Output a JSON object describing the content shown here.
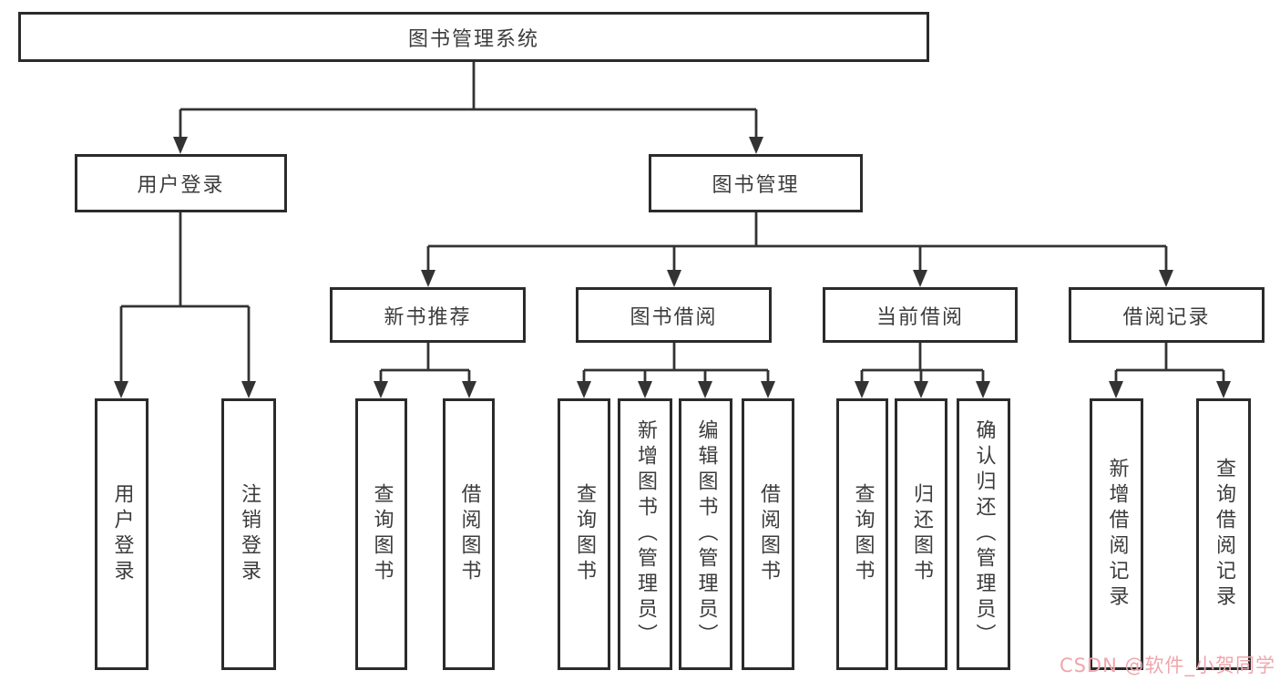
{
  "tree": {
    "label": "图书管理系统",
    "children": [
      {
        "label": "用户登录",
        "children": [
          {
            "label": "用户登录"
          },
          {
            "label": "注销登录"
          }
        ]
      },
      {
        "label": "图书管理",
        "children": [
          {
            "label": "新书推荐",
            "children": [
              {
                "label": "查询图书"
              },
              {
                "label": "借阅图书"
              }
            ]
          },
          {
            "label": "图书借阅",
            "children": [
              {
                "label": "查询图书"
              },
              {
                "label": "新增图书（管理员）"
              },
              {
                "label": "编辑图书（管理员）"
              },
              {
                "label": "借阅图书"
              }
            ]
          },
          {
            "label": "当前借阅",
            "children": [
              {
                "label": "查询图书"
              },
              {
                "label": "归还图书"
              },
              {
                "label": "确认归还（管理员）"
              }
            ]
          },
          {
            "label": "借阅记录",
            "children": [
              {
                "label": "新增借阅记录"
              },
              {
                "label": "查询借阅记录"
              }
            ]
          }
        ]
      }
    ]
  },
  "watermark": {
    "text": "CSDN @软件_小贺同学",
    "color": "#f0a6ac"
  },
  "colors": {
    "line": "#333333",
    "box_border": "#2b2b2b",
    "text": "#3c3c3c",
    "background": "#ffffff"
  }
}
